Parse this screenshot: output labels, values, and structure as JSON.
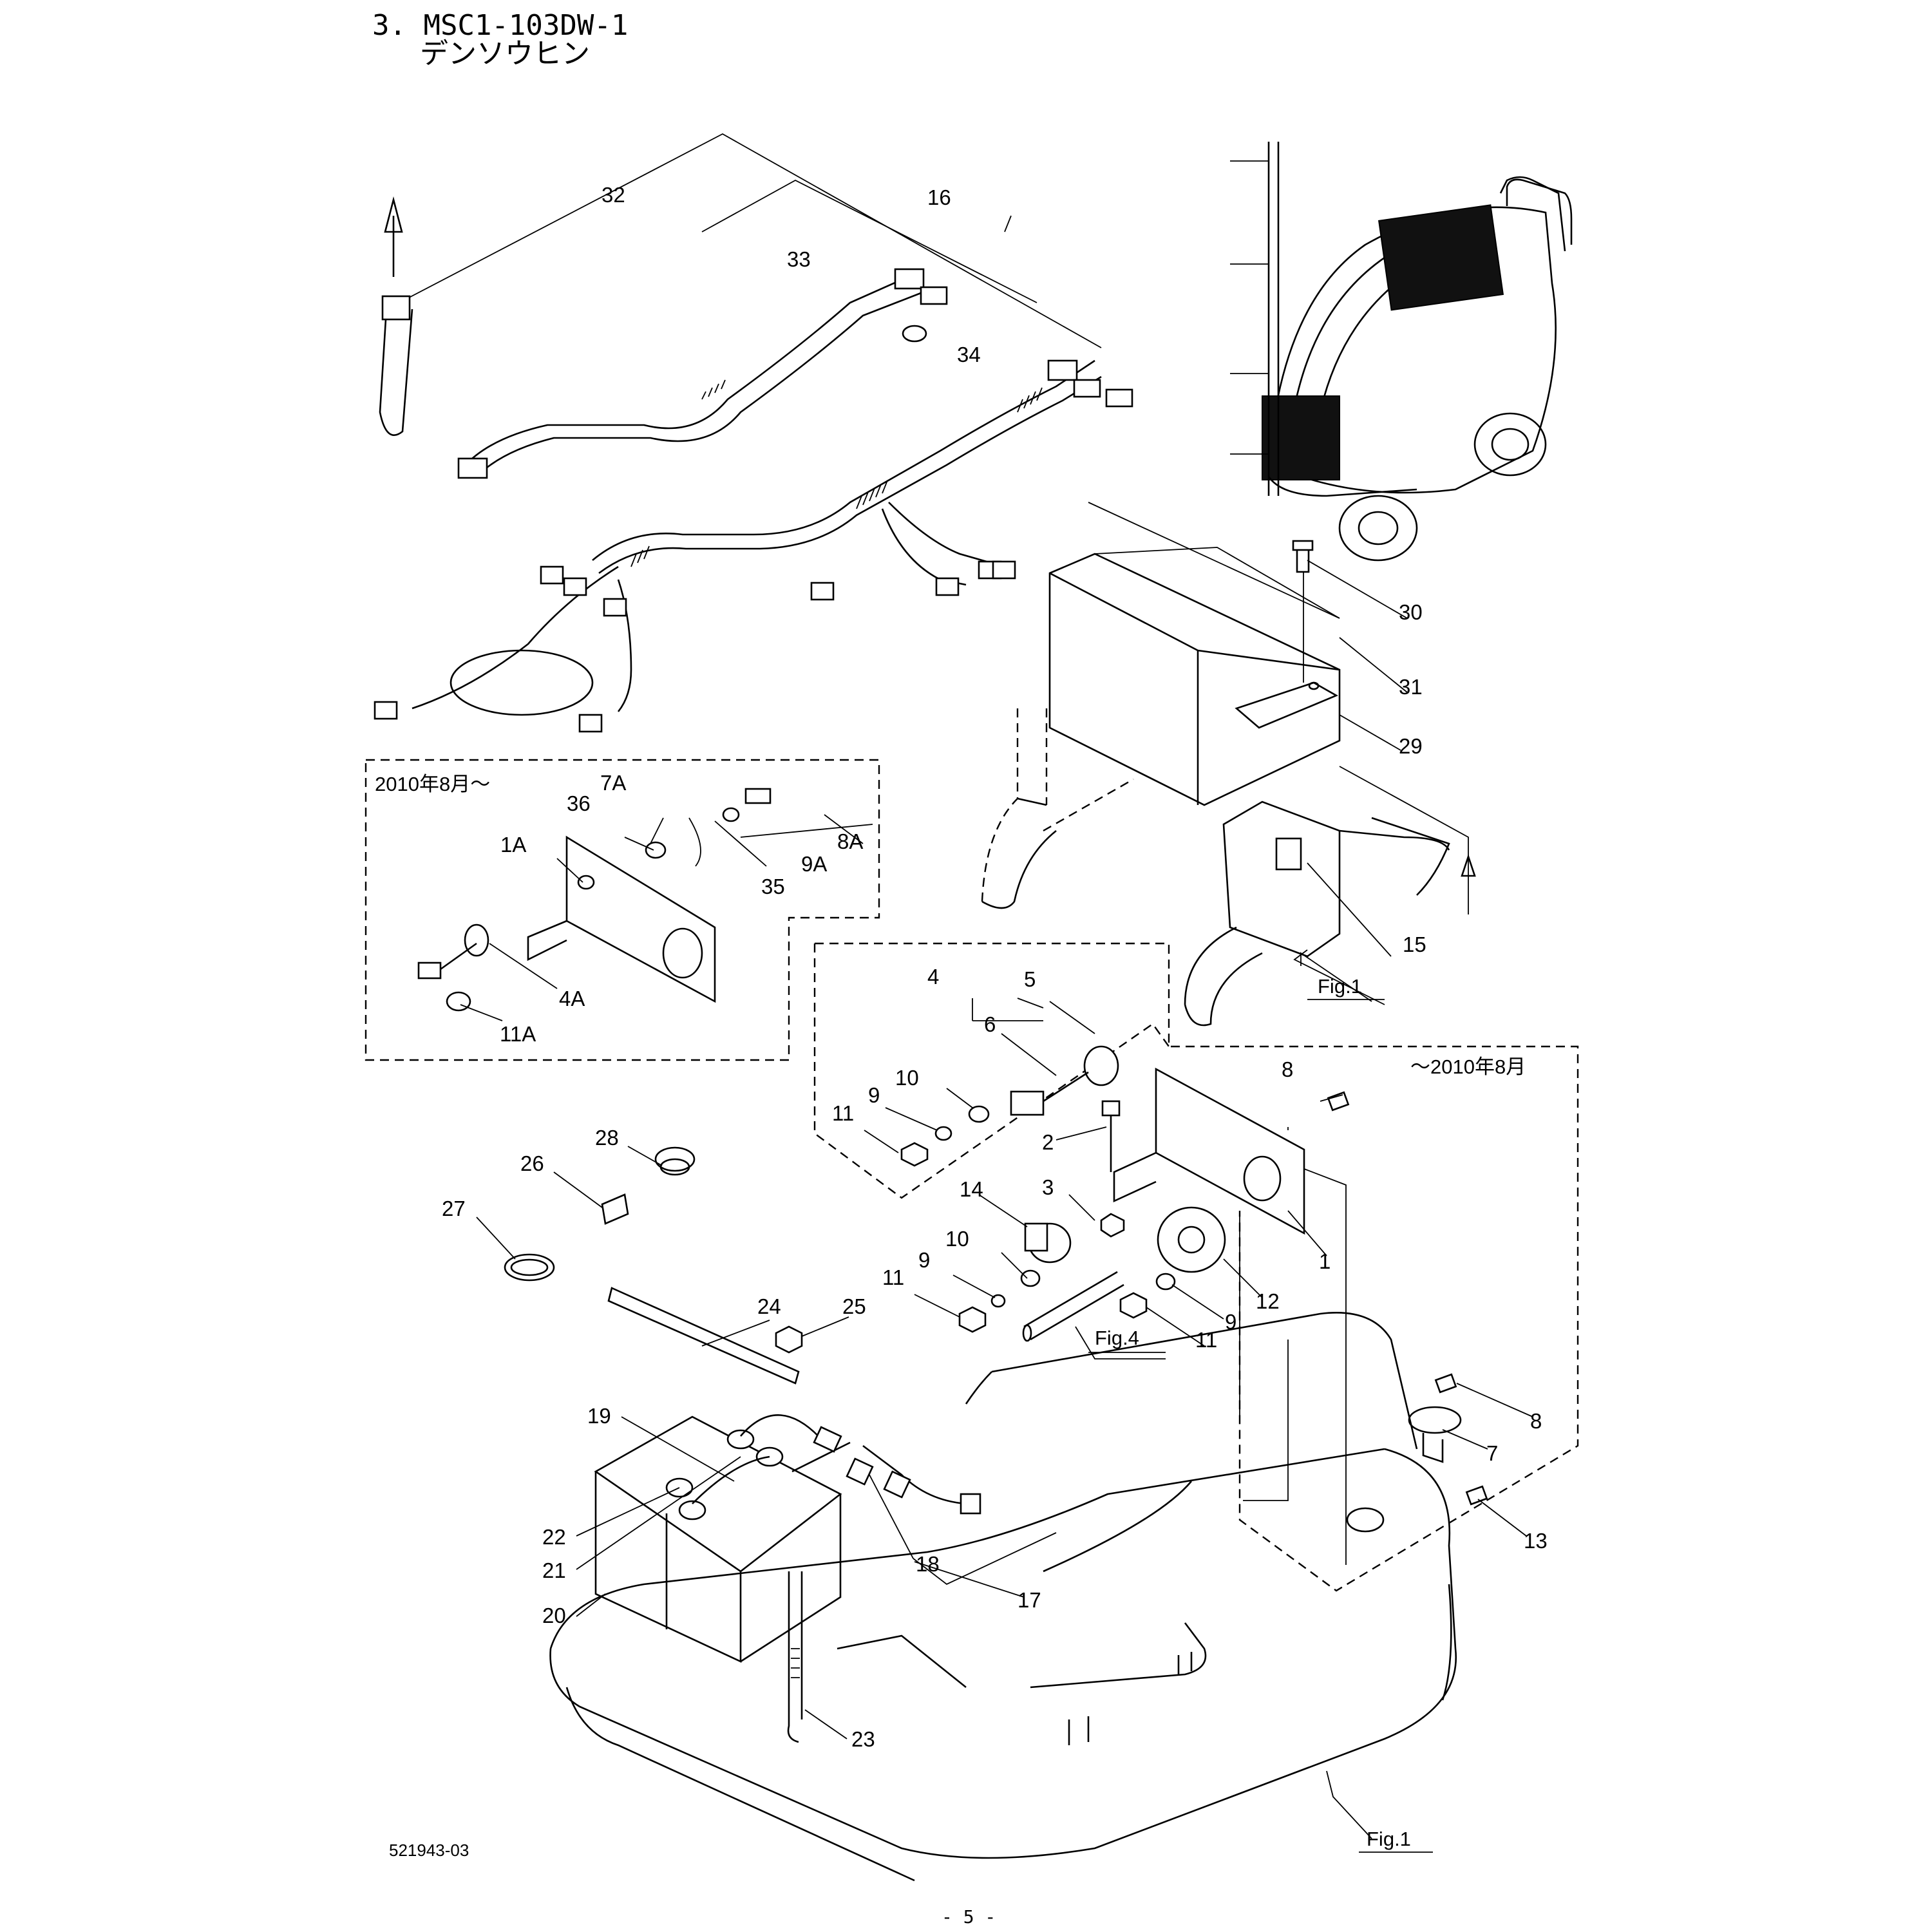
{
  "header": {
    "section_title": "3. MSC1-103DW-1",
    "subtitle": "デンソウヒン"
  },
  "footer": {
    "document_id": "521943-03",
    "page_number": "- 5 -"
  },
  "notes": {
    "from_2010_aug": "2010年8月～",
    "until_2010_aug": "～2010年8月",
    "fig1_top": "Fig.1",
    "fig1_bottom": "Fig.1",
    "fig4": "Fig.4"
  },
  "callouts": {
    "c1": "1",
    "c1a": "1A",
    "c2": "2",
    "c3": "3",
    "c4": "4",
    "c4a": "4A",
    "c5": "5",
    "c6": "6",
    "c7": "7",
    "c7a": "7A",
    "c8": "8",
    "c8b": "8",
    "c8a": "8A",
    "c9a": "9",
    "c9b": "9",
    "c9c": "9",
    "c9ab": "9A",
    "c10a": "10",
    "c10b": "10",
    "c11a": "11",
    "c11b": "11",
    "c11c": "11",
    "c11ab": "11A",
    "c12": "12",
    "c13": "13",
    "c14": "14",
    "c15": "15",
    "c16": "16",
    "c17": "17",
    "c18": "18",
    "c19": "19",
    "c20": "20",
    "c21": "21",
    "c22": "22",
    "c23": "23",
    "c24": "24",
    "c25": "25",
    "c26": "26",
    "c27": "27",
    "c28": "28",
    "c29": "29",
    "c30": "30",
    "c31": "31",
    "c32": "32",
    "c33": "33",
    "c34": "34",
    "c35": "35",
    "c36": "36"
  }
}
